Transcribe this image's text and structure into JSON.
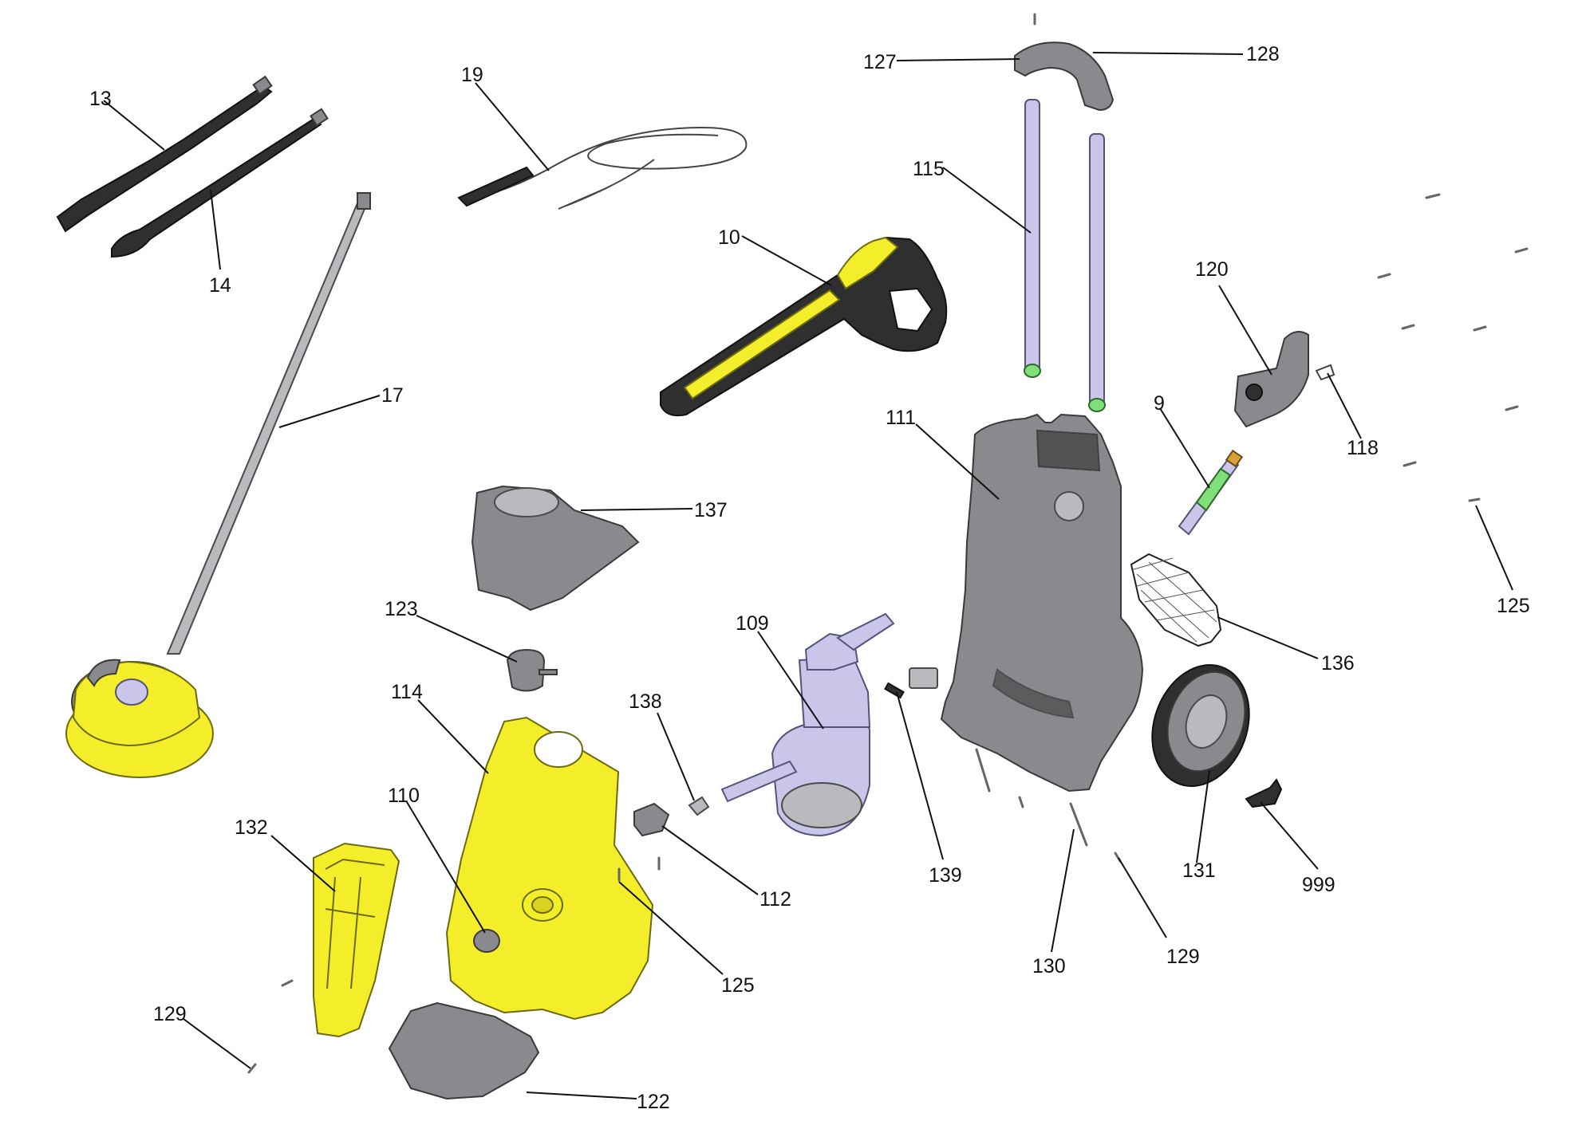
{
  "diagram": {
    "callouts": [
      {
        "id": "13",
        "text": "13"
      },
      {
        "id": "14",
        "text": "14"
      },
      {
        "id": "19",
        "text": "19"
      },
      {
        "id": "127",
        "text": "127"
      },
      {
        "id": "128",
        "text": "128"
      },
      {
        "id": "115",
        "text": "115"
      },
      {
        "id": "10",
        "text": "10"
      },
      {
        "id": "17",
        "text": "17"
      },
      {
        "id": "120",
        "text": "120"
      },
      {
        "id": "118",
        "text": "118"
      },
      {
        "id": "9",
        "text": "9"
      },
      {
        "id": "111",
        "text": "111"
      },
      {
        "id": "137",
        "text": "137"
      },
      {
        "id": "125a",
        "text": "125"
      },
      {
        "id": "123",
        "text": "123"
      },
      {
        "id": "109",
        "text": "109"
      },
      {
        "id": "136",
        "text": "136"
      },
      {
        "id": "114",
        "text": "114"
      },
      {
        "id": "138",
        "text": "138"
      },
      {
        "id": "110",
        "text": "110"
      },
      {
        "id": "132",
        "text": "132"
      },
      {
        "id": "112",
        "text": "112"
      },
      {
        "id": "139",
        "text": "139"
      },
      {
        "id": "131",
        "text": "131"
      },
      {
        "id": "999",
        "text": "999"
      },
      {
        "id": "130",
        "text": "130"
      },
      {
        "id": "129a",
        "text": "129"
      },
      {
        "id": "125b",
        "text": "125"
      },
      {
        "id": "129b",
        "text": "129"
      },
      {
        "id": "122",
        "text": "122"
      }
    ]
  }
}
